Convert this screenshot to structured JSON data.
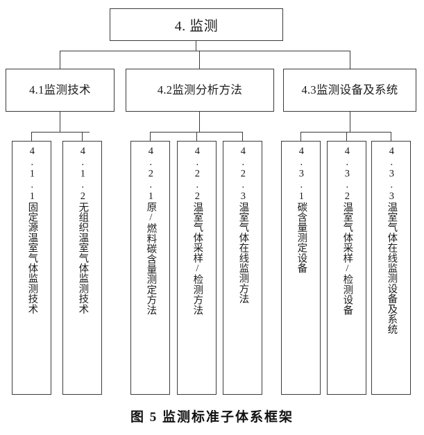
{
  "figure": {
    "caption": "图 5 监测标准子体系框架",
    "root": {
      "label": "4. 监测"
    },
    "level2": [
      {
        "label": "4.1监测技术"
      },
      {
        "label": "4.2监测分析方法"
      },
      {
        "label": "4.3监测设备及系统"
      }
    ],
    "leaves": [
      {
        "label": "4.1.1固定源温室气体监测技术"
      },
      {
        "label": "4.1.2无组织温室气体监测技术"
      },
      {
        "label": "4.2.1原/燃料碳含量测定方法"
      },
      {
        "label": "4.2.2温室气体采样/检测方法"
      },
      {
        "label": "4.2.3温室气体在线监测方法"
      },
      {
        "label": "4.3.1碳含量测定设备"
      },
      {
        "label": "4.3.2温室气体采样/检测设备"
      },
      {
        "label": "4.3.3温室气体在线监测设备及系统"
      }
    ],
    "colors": {
      "border": "#3a3a3a",
      "text": "#1b1b1b",
      "background": "#ffffff"
    }
  }
}
